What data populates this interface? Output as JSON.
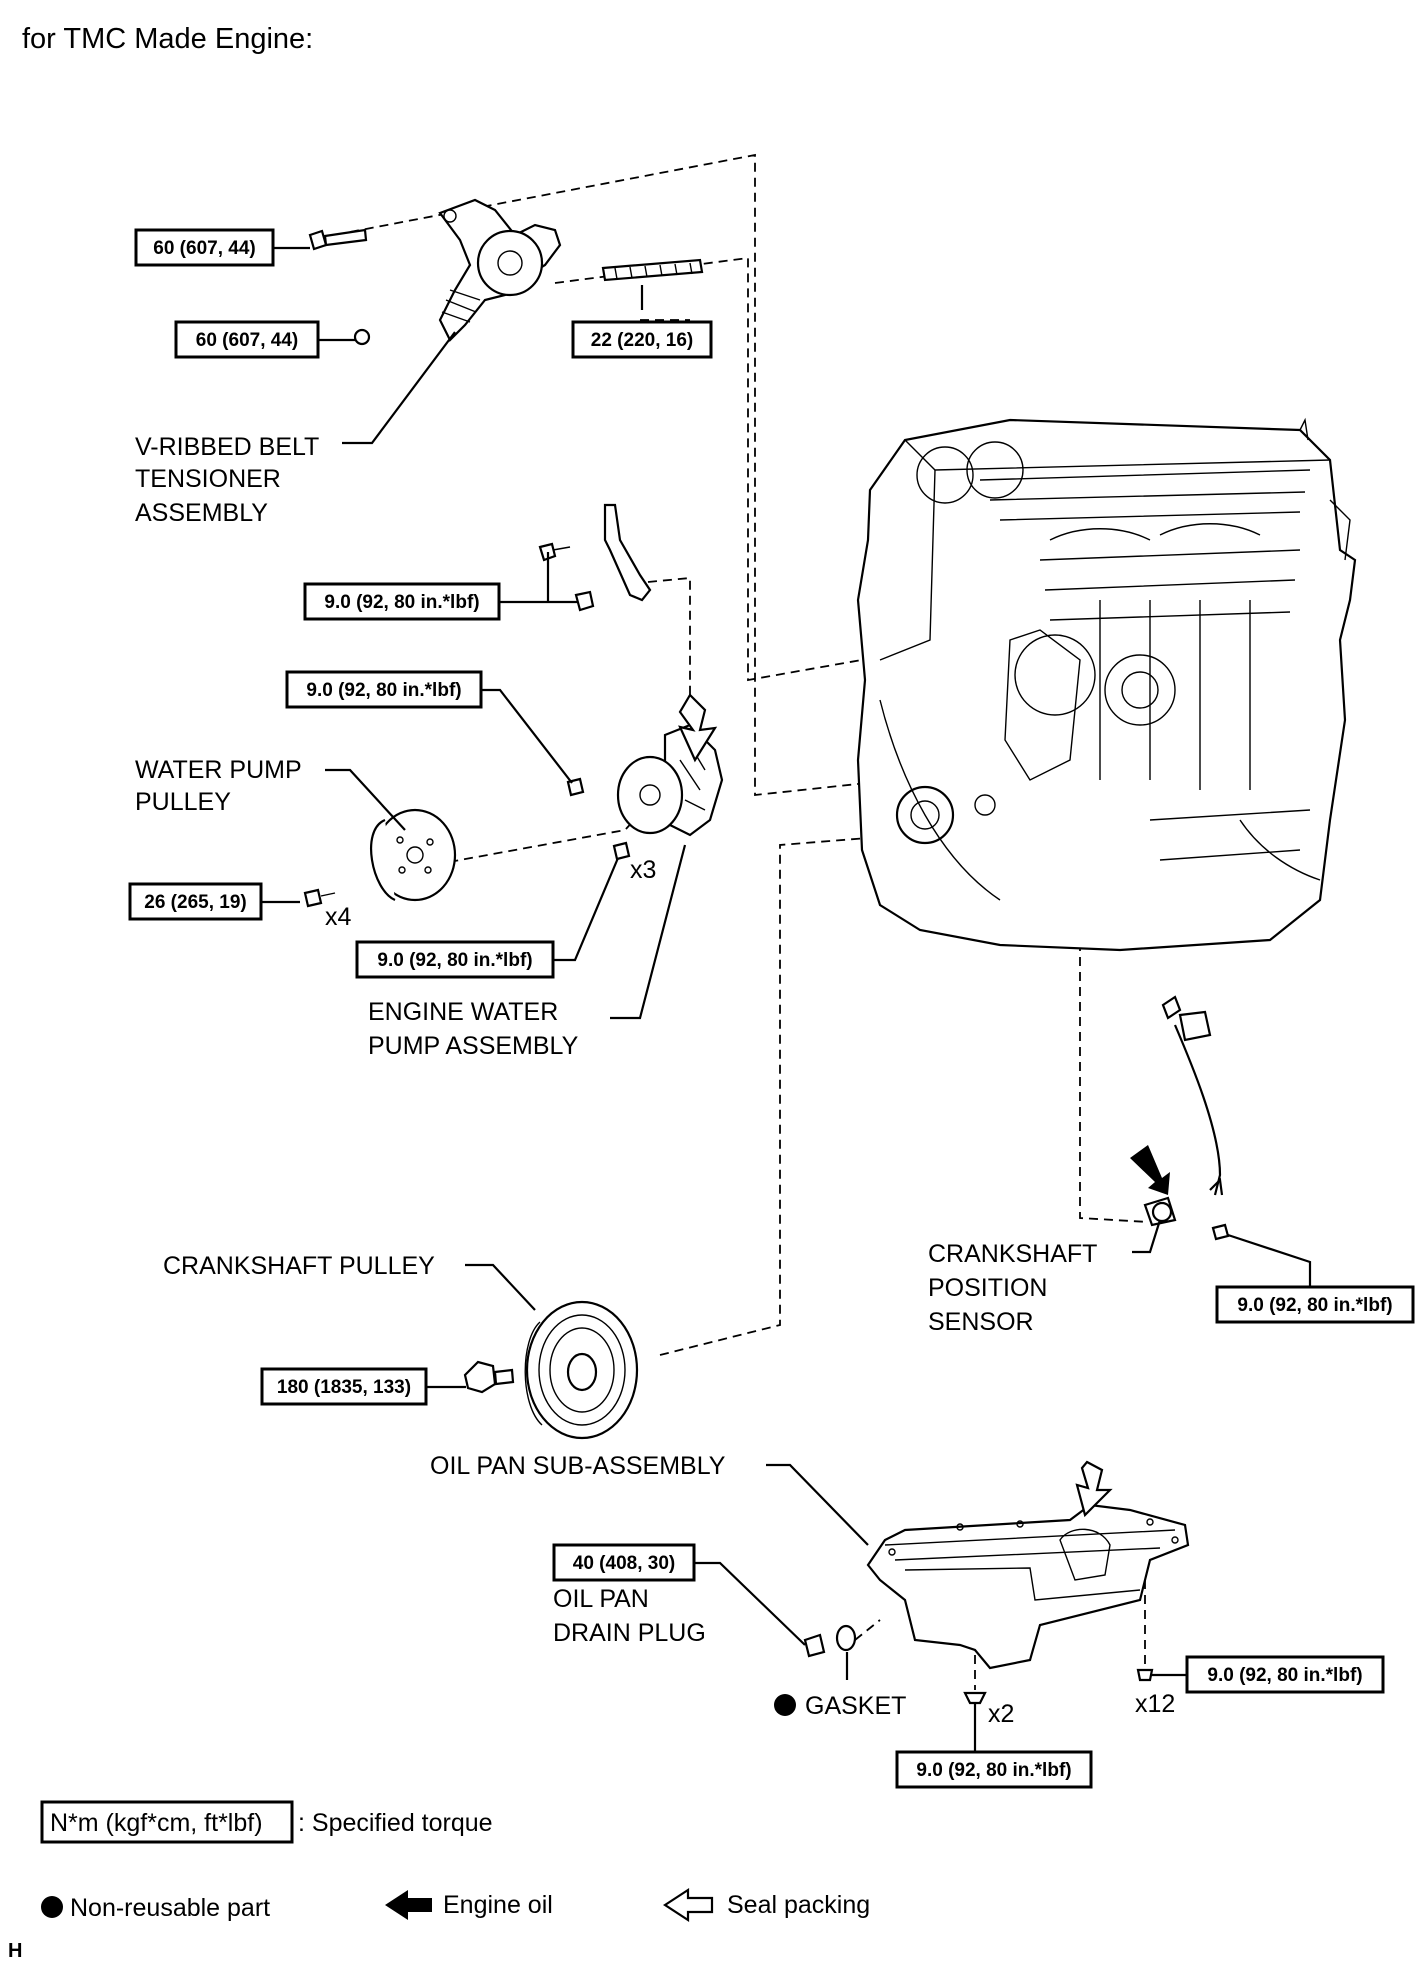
{
  "title": "for TMC Made Engine:",
  "torque": {
    "tensioner_bolt": "60 (607, 44)",
    "tensioner_nut": "60 (607, 44)",
    "stud_bolt": "22 (220, 16)",
    "bracket": "9.0 (92, 80 in.*lbf)",
    "pump_upper": "9.0 (92, 80 in.*lbf)",
    "pulley_bolt": "26 (265, 19)",
    "pump_lower": "9.0 (92, 80 in.*lbf)",
    "sensor_bolt": "9.0 (92, 80 in.*lbf)",
    "crank_bolt": "180 (1835, 133)",
    "drain_plug": "40 (408, 30)",
    "oilpan_right": "9.0 (92, 80 in.*lbf)",
    "oilpan_bottom": "9.0 (92, 80 in.*lbf)"
  },
  "labels": {
    "tensioner": [
      "V-RIBBED BELT",
      "TENSIONER",
      "ASSEMBLY"
    ],
    "water_pump_pulley": [
      "WATER PUMP",
      "PULLEY"
    ],
    "water_pump": [
      "ENGINE WATER",
      "PUMP ASSEMBLY"
    ],
    "crankshaft_pulley": "CRANKSHAFT PULLEY",
    "crank_sensor": [
      "CRANKSHAFT",
      "POSITION",
      "SENSOR"
    ],
    "oil_pan": "OIL PAN SUB-ASSEMBLY",
    "drain_plug": [
      "OIL PAN",
      "DRAIN PLUG"
    ],
    "gasket": "GASKET"
  },
  "counts": {
    "pump_x3": "x3",
    "pulley_x4": "x4",
    "pan_x2": "x2",
    "pan_x12": "x12"
  },
  "legend": {
    "torque_box": "N*m (kgf*cm, ft*lbf)",
    "torque_text": ": Specified torque",
    "non_reusable": "Non-reusable part",
    "engine_oil": "Engine oil",
    "seal_packing": "Seal packing"
  },
  "corner_mark": "H"
}
